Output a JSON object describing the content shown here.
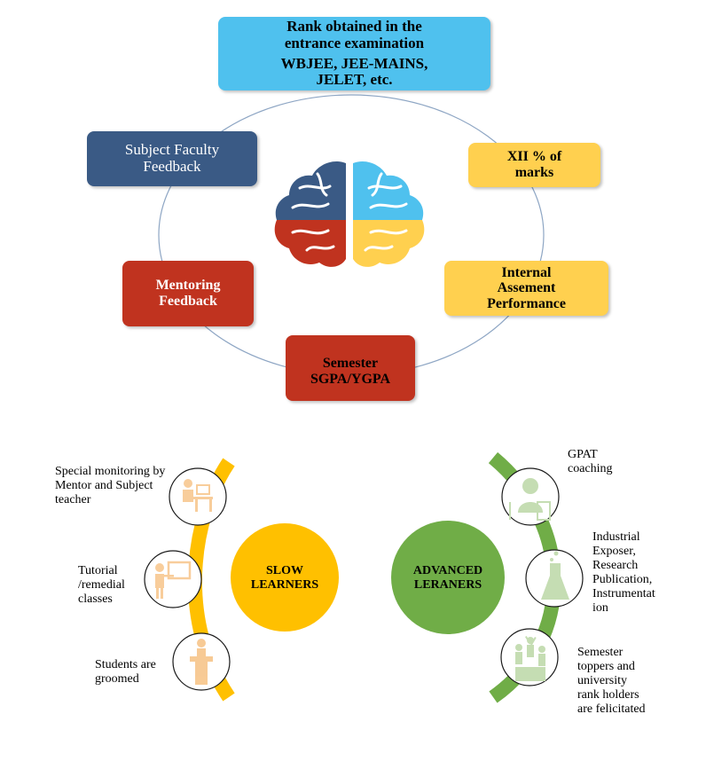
{
  "top_diagram": {
    "rank_box": {
      "lines": [
        "Rank obtained in the",
        "entrance examination",
        "WBJEE, JEE-MAINS,",
        "JELET, etc."
      ],
      "color": "#4FC1EE"
    },
    "xii_box": {
      "lines": [
        "XII % of",
        "marks"
      ],
      "color": "#FFD04F"
    },
    "internal_box": {
      "lines": [
        "Internal",
        "Assement",
        "Performance"
      ],
      "color": "#FFD04F"
    },
    "semester_box": {
      "lines": [
        "Semester",
        "SGPA/YGPA"
      ],
      "color": "#C0331F"
    },
    "mentoring_box": {
      "lines": [
        "Mentoring",
        "Feedback"
      ],
      "color": "#C0331F"
    },
    "subject_box": {
      "lines": [
        "Subject Faculty",
        "Feedback"
      ],
      "color": "#3A5A85"
    }
  },
  "slow": {
    "circle_lines": [
      "SLOW",
      "LEARNERS"
    ],
    "color": "#FFC000",
    "items": [
      {
        "lines": [
          "Special monitoring by",
          "Mentor and Subject",
          "teacher"
        ],
        "icon": "teacher-desk-icon"
      },
      {
        "lines": [
          "Tutorial",
          "/remedial",
          "classes"
        ],
        "icon": "teaching-board-icon"
      },
      {
        "lines": [
          "Students are",
          "groomed"
        ],
        "icon": "podium-icon"
      }
    ]
  },
  "advanced": {
    "circle_lines": [
      "ADVANCED",
      "LERANERS"
    ],
    "color": "#70AD47",
    "items": [
      {
        "lines": [
          "GPAT",
          "coaching"
        ],
        "icon": "study-person-icon"
      },
      {
        "lines": [
          "Industrial",
          "Exposer,",
          "Research",
          "Publication,",
          "Instrumentat",
          "ion"
        ],
        "icon": "flask-icon"
      },
      {
        "lines": [
          "Semester",
          "toppers and",
          "university",
          "rank holders",
          "are felicitated"
        ],
        "icon": "winners-podium-icon"
      }
    ]
  }
}
